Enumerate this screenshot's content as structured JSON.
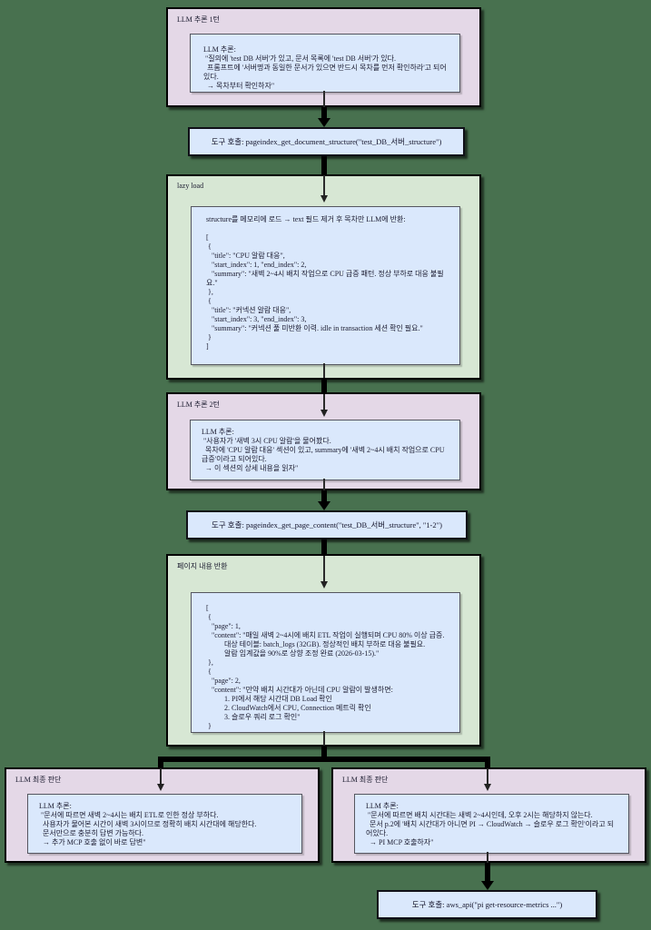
{
  "diagram": {
    "background_color": "#48714F",
    "colors": {
      "reasoning_container": "#E4D8E7",
      "data_container": "#D7E7D4",
      "content_box": "#DAE8FC",
      "border": "#000000",
      "arrow": "#000000"
    },
    "nodes": {
      "turn1": {
        "label": "LLM 추론 1턴",
        "body": "LLM 추론:\n \"질의에 'test DB 서버'가 있고, 문서 목록에 'test DB 서버'가 있다.\n  프롬프트에 '서버명과 동일한 문서가 있으면 반드시 목차를 먼저 확인하라'고 되어있다.\n  → 목차부터 확인하자\""
      },
      "tool1": {
        "label": "도구 호출: pageindex_get_document_structure(\"test_DB_서버_structure\")"
      },
      "lazy": {
        "label": "lazy load",
        "body": "structure를 메모리에 로드 → text 필드 제거 후 목차만 LLM에 반환:\n\n[\n {\n   \"title\": \"CPU 알람 대응\",\n   \"start_index\": 1, \"end_index\": 2,\n   \"summary\": \"새벽 2~4시 배치 작업으로 CPU 급증 패턴. 정상 부하로 대응 불필요.\"\n },\n {\n   \"title\": \"커넥션 알람 대응\",\n   \"start_index\": 3, \"end_index\": 3,\n   \"summary\": \"커넥션 풀 미반환 이력. idle in transaction 세션 확인 필요.\"\n }\n]"
      },
      "turn2": {
        "label": "LLM 추론 2턴",
        "body": "LLM 추론:\n \"사용자가 '새벽 3시 CPU 알람'을 물어봤다.\n  목차에 'CPU 알람 대응' 섹션이 있고, summary에 '새벽 2~4시 배치 작업으로 CPU 급증'이라고 되어있다.\n  → 이 섹션의 상세 내용을 읽자\""
      },
      "tool2": {
        "label": "도구 호출: pageindex_get_page_content(\"test_DB_서버_structure\", \"1-2\")"
      },
      "pages": {
        "label": "페이지 내용 반환",
        "body": "[\n {\n   \"page\": 1,\n   \"content\": \"매일 새벽 2~4시에 배치 ETL 작업이 실행되며 CPU 80% 이상 급증.\n          대상 테이블: batch_logs (32GB). 정상적인 배치 부하로 대응 불필요.\n          알람 임계값을 90%로 상향 조정 완료 (2026-03-15).\"\n },\n {\n   \"page\": 2,\n   \"content\": \"만약 배치 시간대가 아닌데 CPU 알람이 발생하면:\n          1. PI에서 해당 시간대 DB Load 확인\n          2. CloudWatch에서 CPU, Connection 메트릭 확인\n          3. 슬로우 쿼리 로그 확인\"\n }\n]"
      },
      "finalL": {
        "label": "LLM 최종 판단",
        "body": "LLM 추론:\n \"문서에 따르면 새벽 2~4시는 배치 ETL로 인한 정상 부하다.\n  사용자가 물어본 시간이 새벽 3시이므로 정확히 배치 시간대에 해당한다.\n  문서만으로 충분히 답변 가능하다.\n  → 추가 MCP 호출 없이 바로 답변\""
      },
      "finalR": {
        "label": "LLM 최종 판단",
        "body": "LLM 추론:\n \"문서에 따르면 배치 시간대는 새벽 2~4시인데, 오후 2시는 해당하지 않는다.\n  문서 p.2에 '배치 시간대가 아니면 PI → CloudWatch → 슬로우 로그 확인'이라고 되어있다.\n  → PI MCP 호출하자\""
      },
      "tool3": {
        "label": "도구 호출: aws_api(\"pi get-resource-metrics ...\")"
      }
    }
  }
}
